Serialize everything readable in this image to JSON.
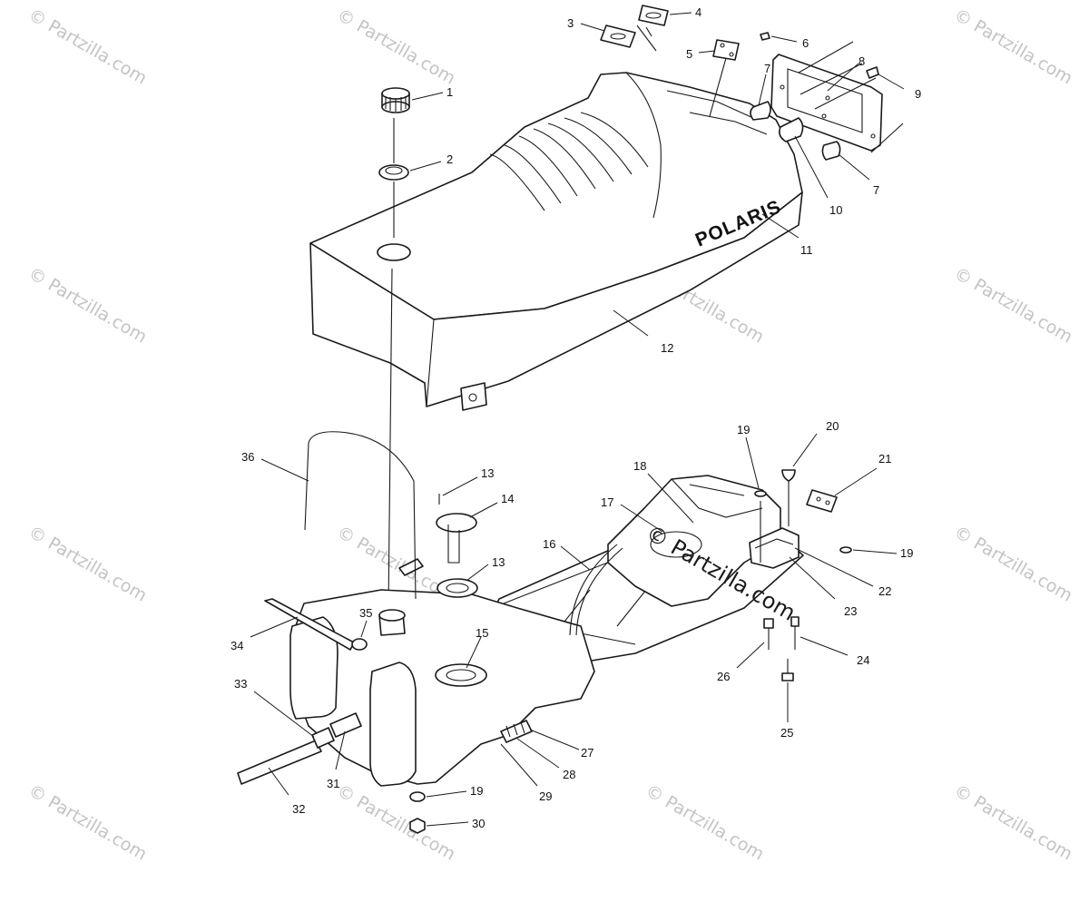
{
  "diagram": {
    "brand_label": "POLARIS",
    "watermark_text": "© Partzilla.com",
    "center_watermark_text": "© Partzilla.com",
    "callouts": [
      "1",
      "2",
      "3",
      "4",
      "5",
      "6",
      "7",
      "8",
      "9",
      "10",
      "7",
      "11",
      "12",
      "36",
      "13",
      "14",
      "13",
      "19",
      "20",
      "21",
      "18",
      "17",
      "16",
      "19",
      "22",
      "23",
      "24",
      "26",
      "25",
      "15",
      "35",
      "34",
      "33",
      "31",
      "32",
      "27",
      "28",
      "29",
      "19",
      "30"
    ]
  }
}
